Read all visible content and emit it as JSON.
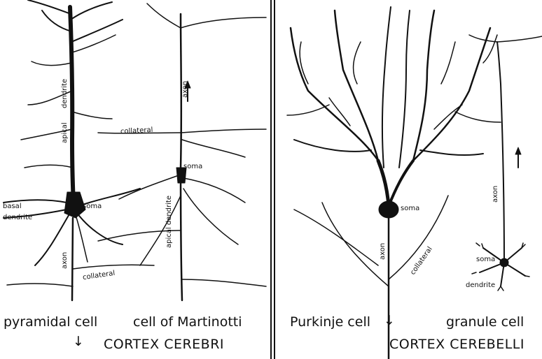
{
  "panels": {
    "cerebri": {
      "caption": "CORTEX CEREBRI",
      "cells": {
        "pyramidal": {
          "name": "pyramidal cell",
          "labels": {
            "apical": "apical",
            "dendrite": "dendrite",
            "basal": "basal",
            "basal_dendrite": "dendrite",
            "soma": "soma",
            "axon": "axon",
            "collateral": "collateral"
          }
        },
        "martinotti": {
          "name": "cell of Martinotti",
          "labels": {
            "axon": "axon",
            "soma": "soma",
            "apical_dendrite": "apical dendrite",
            "collateral": "collateral"
          }
        }
      }
    },
    "cerebelli": {
      "caption": "CORTEX CEREBELLI",
      "cells": {
        "purkinje": {
          "name": "Purkinje cell",
          "labels": {
            "soma": "soma",
            "axon": "axon",
            "collateral": "collateral"
          }
        },
        "granule": {
          "name": "granule cell",
          "labels": {
            "axon": "axon",
            "soma": "soma",
            "dendrite": "dendrite"
          }
        }
      }
    }
  },
  "arrow_symbol": "↓"
}
